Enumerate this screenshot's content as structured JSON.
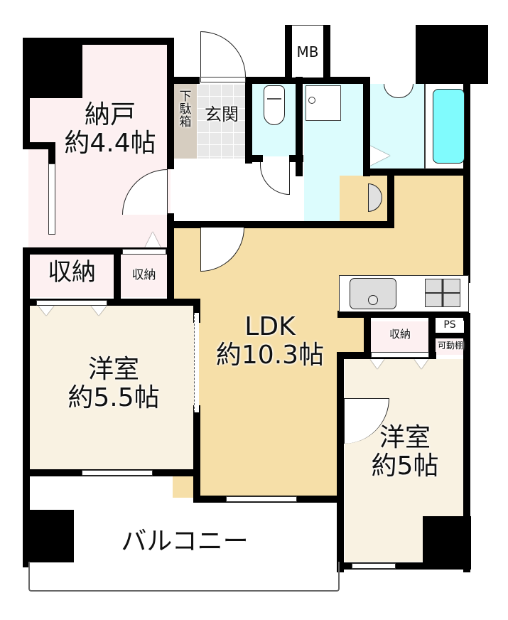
{
  "colors": {
    "wall": "#000000",
    "nando_floor": "#fdf0f1",
    "storage_floor": "#fdf0f1",
    "western_floor": "#f9f2e2",
    "ldk_floor": "#f6dfa8",
    "wet_area_floor": "#dcfcfd",
    "genkan_floor": "#e8e8e8",
    "getabako": "#d6cdc0",
    "bathtub": "#80fbfd",
    "balcony": "#ffffff"
  },
  "rooms": {
    "nando": {
      "name": "納戸",
      "size": "約4.4帖"
    },
    "genkan": {
      "name": "玄関"
    },
    "getabako": {
      "name": "下駄箱"
    },
    "mb": {
      "name": "MB"
    },
    "storage_large": {
      "name": "収納"
    },
    "storage_small": {
      "name": "収納"
    },
    "western1": {
      "name": "洋室",
      "size": "約5.5帖"
    },
    "ldk": {
      "name": "LDK",
      "size": "約10.3帖"
    },
    "storage_ldk": {
      "name": "収納"
    },
    "ps": {
      "name": "PS"
    },
    "movable_shelf": {
      "name": "可動棚"
    },
    "western2": {
      "name": "洋室",
      "size": "約5帖"
    },
    "balcony": {
      "name": "バルコニー"
    }
  }
}
